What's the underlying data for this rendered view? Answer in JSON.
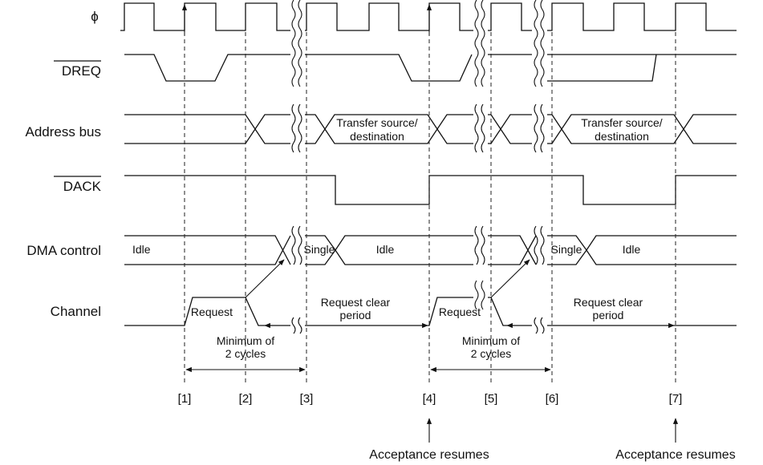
{
  "signals": {
    "phi": "ϕ",
    "dreq": "DREQ",
    "address_bus": "Address bus",
    "dack": "DACK",
    "dma_control": "DMA control",
    "channel": "Channel"
  },
  "address_labels": {
    "a1_line1": "Transfer source/",
    "a1_line2": "destination",
    "a2_line1": "Transfer source/",
    "a2_line2": "destination"
  },
  "dma_states": {
    "idle1": "Idle",
    "single1": "Single",
    "idle2": "Idle",
    "single2": "Single",
    "idle3": "Idle"
  },
  "channel_labels": {
    "request1": "Request",
    "request2": "Request",
    "clear1_line1": "Request clear",
    "clear1_line2": "period",
    "clear2_line1": "Request clear",
    "clear2_line2": "period"
  },
  "minimums": {
    "m1_line1": "Minimum of",
    "m1_line2": "2 cycles",
    "m2_line1": "Minimum of",
    "m2_line2": "2 cycles"
  },
  "markers": [
    "[1]",
    "[2]",
    "[3]",
    "[4]",
    "[5]",
    "[6]",
    "[7]"
  ],
  "acceptance": {
    "a1": "Acceptance resumes",
    "a2": "Acceptance resumes"
  }
}
